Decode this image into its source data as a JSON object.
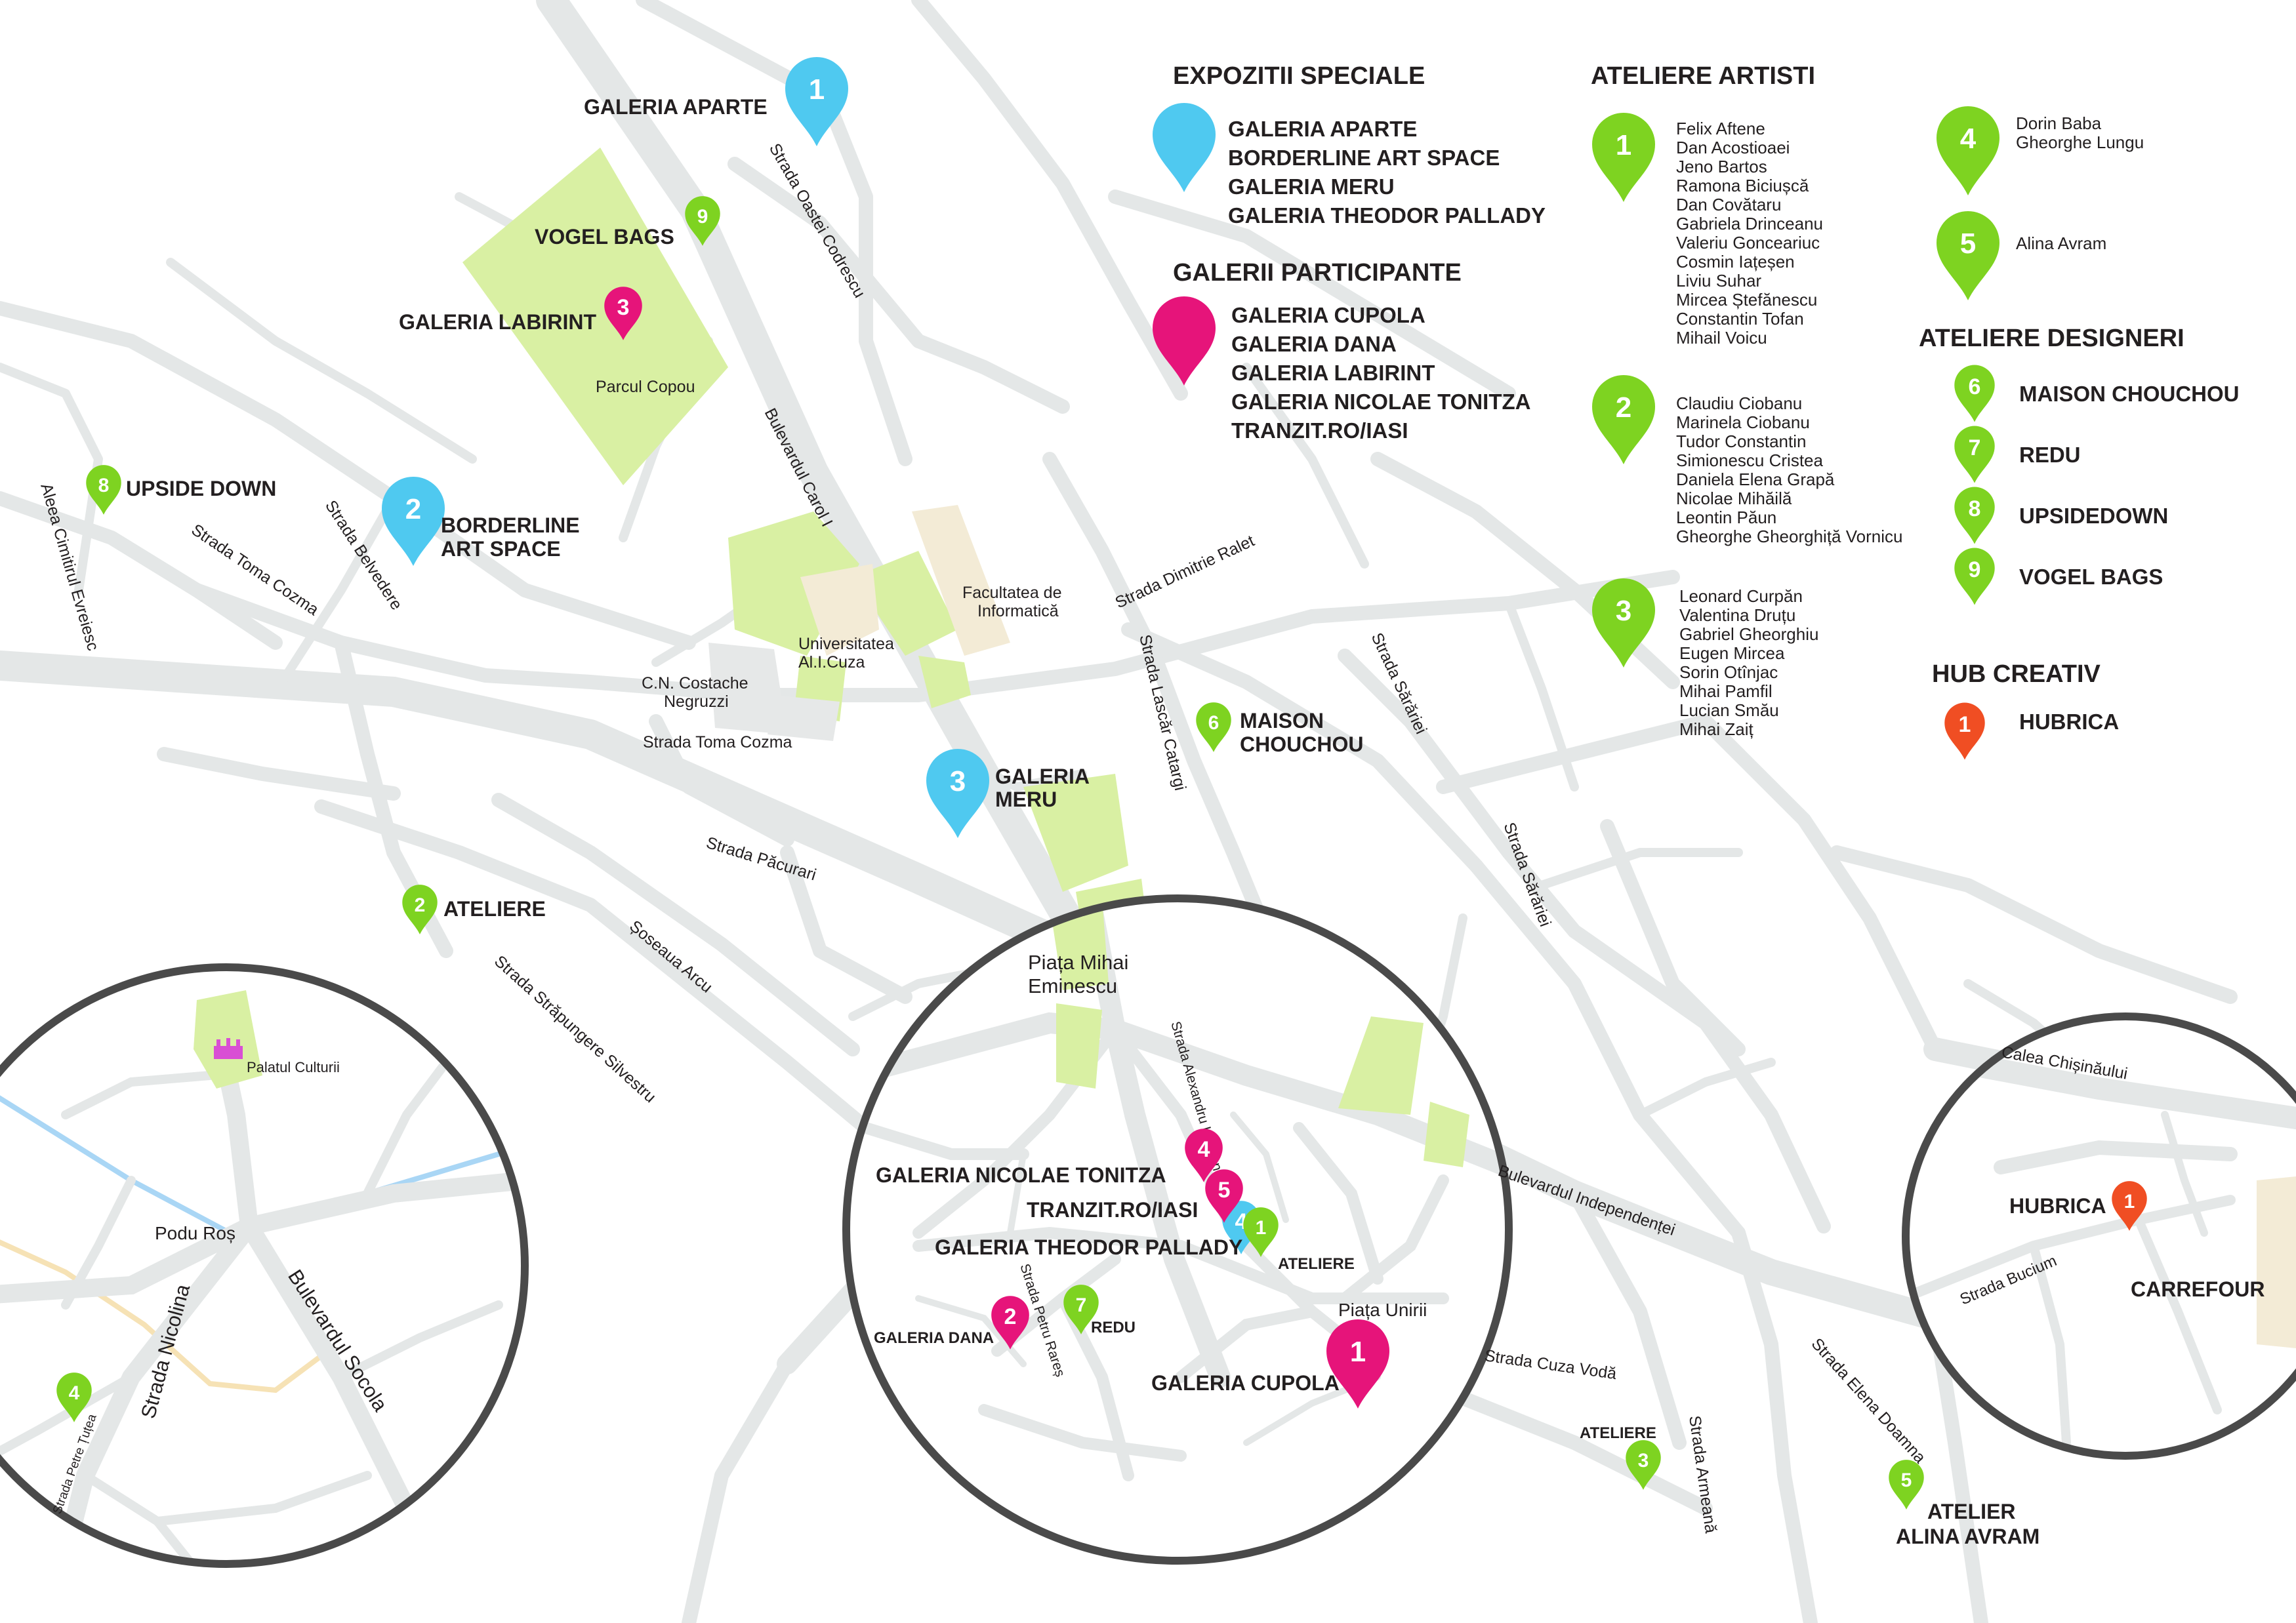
{
  "colors": {
    "road": "#e3e6e6",
    "road_edge": "#d3d8d8",
    "park": "#d9f0a3",
    "building": "#f3ebd6",
    "river": "#a9d6f5",
    "tram": "#f6e2b5",
    "blue": "#4fc9f0",
    "magenta": "#e6147a",
    "green": "#7ed321",
    "red": "#f04e23",
    "circle": "#4a4a4a",
    "text": "#231f20"
  },
  "legend": {
    "expozitii": {
      "heading": "EXPOZITII SPECIALE",
      "icon": "blue-pin-icon",
      "items": [
        "GALERIA APARTE",
        "BORDERLINE ART SPACE",
        "GALERIA MERU",
        "GALERIA THEODOR PALLADY"
      ]
    },
    "galerii": {
      "heading": "GALERII PARTICIPANTE",
      "icon": "magenta-pin-icon",
      "items": [
        "GALERIA CUPOLA",
        "GALERIA DANA",
        "GALERIA LABIRINT",
        "GALERIA NICOLAE TONITZA",
        "TRANZIT.RO/IASI"
      ]
    },
    "ateliere_artisti": {
      "heading": "ATELIERE ARTISTI",
      "groups": [
        {
          "num": "1",
          "names": [
            "Felix Aftene",
            "Dan Acostioaei",
            "Jeno Bartos",
            "Ramona Biciușcă",
            "Dan Covătaru",
            "Gabriela Drinceanu",
            "Valeriu Gonceariuc",
            "Cosmin Iațeșen",
            "Liviu Suhar",
            "Mircea Ștefănescu",
            "Constantin Tofan",
            "Mihail Voicu"
          ]
        },
        {
          "num": "2",
          "names": [
            "Claudiu Ciobanu",
            "Marinela Ciobanu",
            "Tudor Constantin",
            "Simionescu Cristea",
            "Daniela Elena Grapă",
            "Nicolae Mihăilă",
            "Leontin Păun",
            "Gheorghe Gheorghiță Vornicu"
          ]
        },
        {
          "num": "3",
          "names": [
            "Leonard Curpăn",
            "Valentina Druțu",
            "Gabriel Gheorghiu",
            "Eugen Mircea",
            "Sorin Otînjac",
            "Mihai Pamfil",
            "Lucian Smău",
            "Mihai Zaiț"
          ]
        },
        {
          "num": "4",
          "names": [
            "Dorin Baba",
            "Gheorghe Lungu"
          ]
        },
        {
          "num": "5",
          "names": [
            "Alina Avram"
          ]
        }
      ]
    },
    "ateliere_designeri": {
      "heading": "ATELIERE DESIGNERI",
      "items": [
        {
          "num": "6",
          "name": "MAISON CHOUCHOU"
        },
        {
          "num": "7",
          "name": "REDU"
        },
        {
          "num": "8",
          "name": "UPSIDEDOWN"
        },
        {
          "num": "9",
          "name": "VOGEL BAGS"
        }
      ]
    },
    "hub": {
      "heading": "HUB CREATIV",
      "num": "1",
      "name": "HUBRICA"
    }
  },
  "streets": {
    "oastei_codrescu": "Strada Oastei Codrescu",
    "carol": "Bulevardul Carol I",
    "belvedere": "Strada Belvedere",
    "toma_cozma_1": "Strada Toma Cozma",
    "toma_cozma_2": "Strada Toma Cozma",
    "aleea_cimitirul": "Aleea Cimitirul Evreiesc",
    "dimitrie_ralet": "Strada Dimitrie Ralet",
    "lascar": "Strada Lascăr Catargi",
    "sararie_1": "Strada Sărăriei",
    "sararie_2": "Strada Sărăriei",
    "pacurari": "Strada Păcurari",
    "arcu": "Șoseaua Arcu",
    "strapungere": "Strada Străpungere Silvestru",
    "lapusneanu": "Strada Alexandru Lăpușneanu",
    "independentei": "Bulevardul Independenței",
    "cuza_voda": "Strada Cuza Vodă",
    "elena_doamna": "Strada Elena Doamna",
    "armeana": "Strada Armeană",
    "petru_rares": "Strada Petru Rareș",
    "nicolina": "Strada Nicolina",
    "socola": "Bulevardul Socola",
    "petre_tutea": "Strada Petre Țuțea",
    "calea_chisinaului": "Calea Chișinăului",
    "bucium": "Strada Bucium"
  },
  "places": {
    "parcul_copou": "Parcul Copou",
    "fac_info": [
      "Facultatea de",
      "Informatică"
    ],
    "univ": [
      "Universitatea",
      "Al.I.Cuza"
    ],
    "cn_negruzzi": [
      "C.N. Costache",
      "Negruzzi"
    ],
    "piata_eminescu": [
      "Piața Mihai",
      "Eminescu"
    ],
    "piata_unirii": "Piața Unirii",
    "palatul": "Palatul Culturii",
    "podu_ros": "Podu Roș",
    "carrefour": "CARREFOUR"
  },
  "pins": [
    {
      "id": "galeria-aparte",
      "num": "1",
      "color": "blue",
      "label": [
        "GALERIA APARTE"
      ]
    },
    {
      "id": "borderline",
      "num": "2",
      "color": "blue",
      "label": [
        "BORDERLINE",
        "ART SPACE"
      ]
    },
    {
      "id": "galeria-meru",
      "num": "3",
      "color": "blue",
      "label": [
        "GALERIA",
        "MERU"
      ]
    },
    {
      "id": "theodor-pallady",
      "num": "4",
      "color": "blue",
      "label": [
        "GALERIA THEODOR PALLADY"
      ]
    },
    {
      "id": "galeria-cupola",
      "num": "1",
      "color": "magenta",
      "label": [
        "GALERIA CUPOLA"
      ]
    },
    {
      "id": "galeria-dana",
      "num": "2",
      "color": "magenta",
      "label": [
        "GALERIA DANA"
      ]
    },
    {
      "id": "galeria-labirint",
      "num": "3",
      "color": "magenta",
      "label": [
        "GALERIA LABIRINT"
      ]
    },
    {
      "id": "nicolae-tonitza",
      "num": "4",
      "color": "magenta",
      "label": [
        "GALERIA NICOLAE TONITZA"
      ]
    },
    {
      "id": "tranzit",
      "num": "5",
      "color": "magenta",
      "label": [
        "TRANZIT.RO/IASI"
      ]
    },
    {
      "id": "ateliere-1",
      "num": "1",
      "color": "green",
      "label": [
        "ATELIERE"
      ]
    },
    {
      "id": "ateliere-2",
      "num": "2",
      "color": "green",
      "label": [
        "ATELIERE"
      ]
    },
    {
      "id": "ateliere-3",
      "num": "3",
      "color": "green",
      "label": [
        "ATELIERE"
      ]
    },
    {
      "id": "ateliere-4",
      "num": "4",
      "color": "green",
      "label": []
    },
    {
      "id": "atelier-alina",
      "num": "5",
      "color": "green",
      "label": [
        "ATELIER",
        "ALINA AVRAM"
      ]
    },
    {
      "id": "maison-chouchou",
      "num": "6",
      "color": "green",
      "label": [
        "MAISON",
        "CHOUCHOU"
      ]
    },
    {
      "id": "redu",
      "num": "7",
      "color": "green",
      "label": [
        "REDU"
      ]
    },
    {
      "id": "upside-down",
      "num": "8",
      "color": "green",
      "label": [
        "UPSIDE DOWN"
      ]
    },
    {
      "id": "vogel-bags",
      "num": "9",
      "color": "green",
      "label": [
        "VOGEL BAGS"
      ]
    },
    {
      "id": "hubrica",
      "num": "1",
      "color": "red",
      "label": [
        "HUBRICA"
      ]
    }
  ]
}
